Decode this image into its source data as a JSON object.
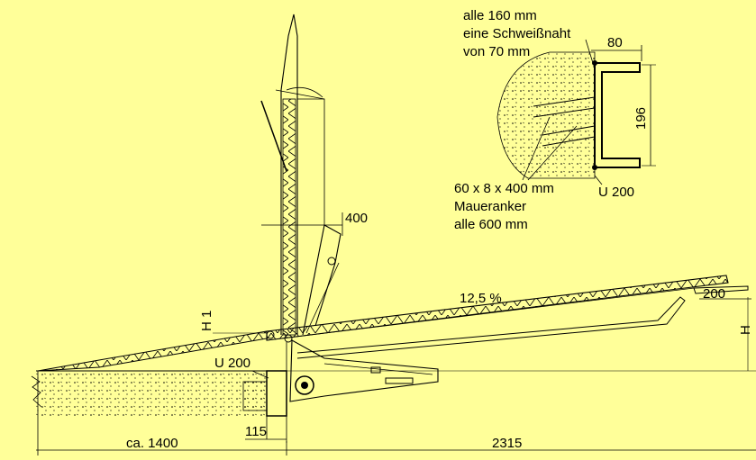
{
  "colors": {
    "background": "#ffff99",
    "ink": "#000000"
  },
  "detail": {
    "note_line1": "alle 160 mm",
    "note_line2": "eine Schweißnaht",
    "note_line3": "von 70 mm",
    "flange_width": "80",
    "profile_height": "196",
    "anchor_line1": "60 x 8 x 400 mm",
    "anchor_line2": "Maueranker",
    "anchor_line3": "alle 600 mm",
    "profile": "U 200"
  },
  "main": {
    "arm_offset": "400",
    "slope": "12,5 %",
    "lip_length": "200",
    "h1_label": "H 1",
    "h_label": "H",
    "profile": "U 200",
    "wall_dim": "115",
    "left_dim": "ca. 1400",
    "right_dim": "2315"
  }
}
